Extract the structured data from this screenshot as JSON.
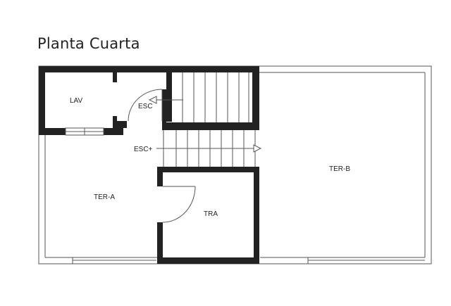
{
  "title": "Planta Cuarta",
  "rooms": {
    "lav": "LAV",
    "esc": "ESC",
    "esc_plus": "ESC+",
    "ter_a": "TER-A",
    "ter_b": "TER-B",
    "tra": "TRA"
  },
  "colors": {
    "wall": "#222222",
    "line": "#555555",
    "background": "#ffffff"
  }
}
